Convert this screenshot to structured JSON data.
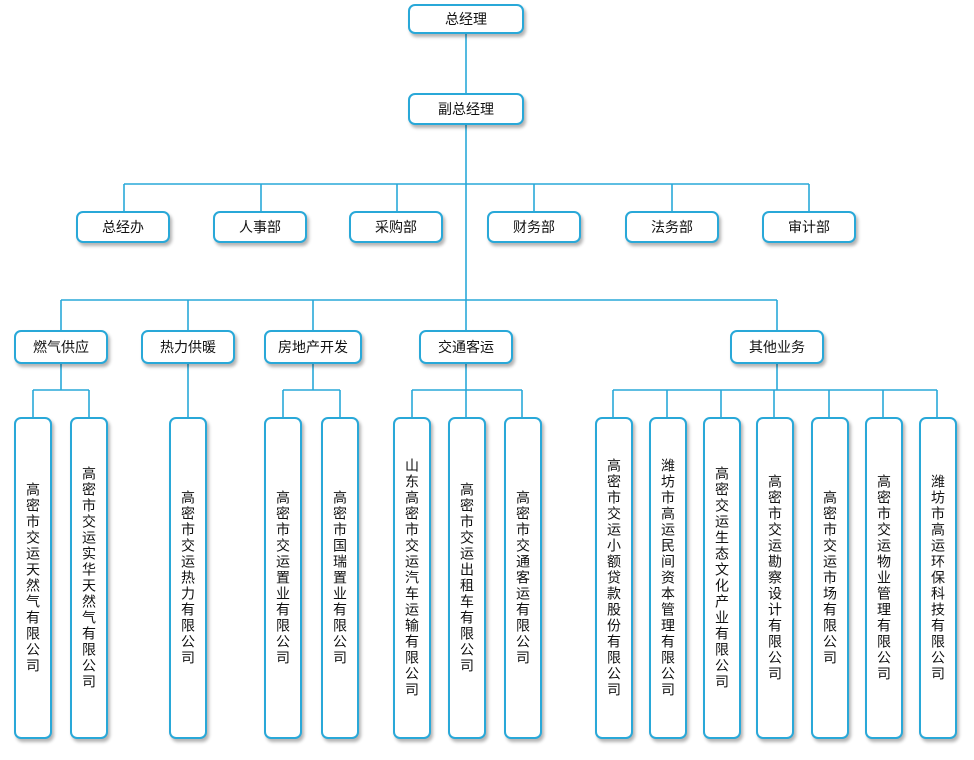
{
  "top": {
    "gm": "总经理",
    "deputy": "副总经理"
  },
  "departments": [
    "总经办",
    "人事部",
    "采购部",
    "财务部",
    "法务部",
    "审计部"
  ],
  "sectors": [
    "燃气供应",
    "热力供暖",
    "房地产开发",
    "交通客运",
    "其他业务"
  ],
  "companies": {
    "gas": [
      "高密市交运天然气有限公司",
      "高密市交运实华天然气有限公司"
    ],
    "heat": [
      "高密市交运热力有限公司"
    ],
    "estate": [
      "高密市交运置业有限公司",
      "高密市国瑞置业有限公司"
    ],
    "transport": [
      "山东高密市交运汽车运输有限公司",
      "高密市交运出租车有限公司",
      "高密市交通客运有限公司"
    ],
    "other": [
      "高密市交运小额贷款股份有限公司",
      "潍坊市高运民间资本管理有限公司",
      "高密交运生态文化产业有限公司",
      "高密市交运勘察设计有限公司",
      "高密市交运市场有限公司",
      "高密市交运物业管理有限公司",
      "潍坊市高运环保科技有限公司"
    ]
  },
  "colors": {
    "line": "#29a8d8",
    "border": "#29a8d8"
  }
}
